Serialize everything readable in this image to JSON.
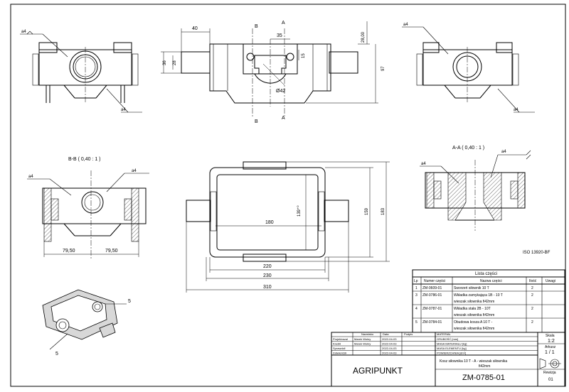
{
  "dims": {
    "top_40": "40",
    "top_35": "35",
    "top_15": "15",
    "top_28": "28,00",
    "top_97": "97",
    "top_36": "36",
    "top_28l": "28",
    "top_d42": "Ø42",
    "left_7950a": "79,50",
    "left_7950b": "79,50",
    "main_180": "180",
    "main_139": "139⁺⁰",
    "main_159": "159",
    "main_183": "183",
    "main_220": "220",
    "main_230": "230",
    "main_310": "310"
  },
  "sections": {
    "b_mark": "B",
    "a_mark": "A",
    "bb_title": "B-B ( 0,40 : 1 )",
    "aa_title": "A-A ( 0,40 : 1 )"
  },
  "weld": {
    "a4": "a4"
  },
  "iso": "ISO 13920-BF",
  "balloons": {
    "b1": "5",
    "b2": "5"
  },
  "parts_list": {
    "title": "Lista części",
    "headers": [
      "Lp",
      "Numer części",
      "Nazwa części",
      "Ilość",
      "Uwagi"
    ],
    "rows": [
      {
        "lp": "1",
        "num": "ZM-0609-01",
        "name1": "Sworzeń siłownik 10 T",
        "name2": "",
        "qty": "2",
        "notes": ""
      },
      {
        "lp": "3",
        "num": "ZM-0786-01",
        "name1": "Wkładka zamykająca 1B - 10 T",
        "name2": "wieszak siłownika fi42mm",
        "qty": "2",
        "notes": ""
      },
      {
        "lp": "4",
        "num": "ZM-0787-01",
        "name1": "Wkładka stała 2B - 10T",
        "name2": "wieszak siłownika fi42mm",
        "qty": "2",
        "notes": ""
      },
      {
        "lp": "5",
        "num": "ZM-0784-01",
        "name1": "Obudowa kosza A 10 T -",
        "name2": "wieszak siłownika fi42mm",
        "qty": "2",
        "notes": ""
      }
    ]
  },
  "title_block": {
    "col_nazwisko": "Nazwisko",
    "col_data": "Data",
    "col_podpis": "Podpis",
    "projektowal": "Projektował",
    "kreslil": "Kreślił",
    "sprawdzil": "Sprawdził",
    "zatwierdzil": "Zatwierdził",
    "name1": "Marek Wolny",
    "name2": "Marek Wolny",
    "date1": "2022-04-03",
    "date2": "2022-04-03",
    "date3": "2022-04-03",
    "date4": "2022-04-03",
    "material": "MATERIAŁ",
    "grubosc": "GRUBOŚĆ [mm]",
    "masa_mat": "MASA MATERIAŁU [kg]",
    "masa_el": "MASA ELEMENTU [kg]",
    "powierzchnia": "POWIERZCHNIA [dm²]",
    "skala_label": "Skala",
    "skala": "1:2",
    "arkusz_label": "Arkusz",
    "arkusz": "1 / 1",
    "company": "AGRIPUNKT",
    "name_line1": "Kosz siłownika 10 T - A - wieszak siłownika",
    "name_line2": "fi42mm",
    "drawing_no": "ZM-0785-01",
    "rewizja_label": "Rewizja",
    "rewizja": "01"
  }
}
